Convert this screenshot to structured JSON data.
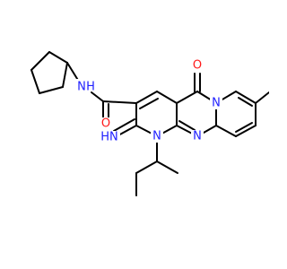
{
  "structure": {
    "atoms": {
      "amide_n": "N",
      "amide_h": "H",
      "amide_o": "O",
      "ketone_o": "O",
      "imine_nh": "HN",
      "ring_n1": "N",
      "ring_n2": "N",
      "ring_n3": "N"
    },
    "colors": {
      "nitrogen": "#2020ff",
      "oxygen": "#ff1a1a",
      "bond": "#000000"
    }
  }
}
